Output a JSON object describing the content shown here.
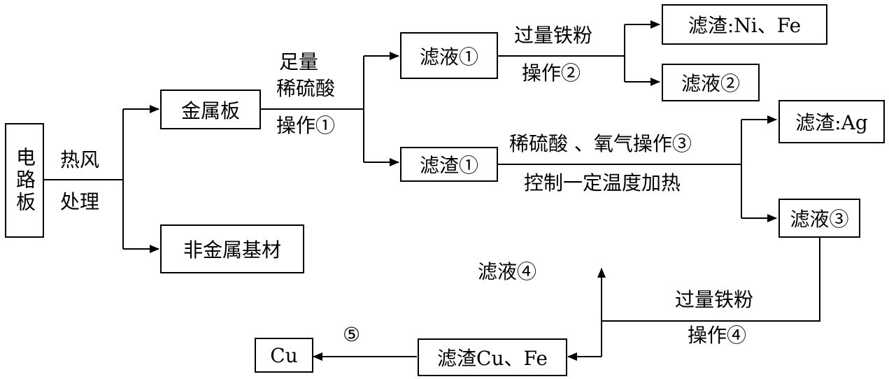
{
  "nodes": {
    "circuit_board": "电路板",
    "metal_plate": "金属板",
    "nonmetal_substrate": "非金属基材",
    "filtrate_1": "滤液①",
    "residue_1": "滤渣①",
    "residue_ni_fe": "滤渣:Ni、Fe",
    "filtrate_2": "滤液②",
    "residue_ag": "滤渣:Ag",
    "filtrate_3": "滤液③",
    "filtrate_4": "滤液④",
    "residue_cu_fe": "滤渣Cu、Fe",
    "cu": "Cu"
  },
  "edge_labels": {
    "hot_air_1": "热风",
    "hot_air_2": "处理",
    "acid_1": "足量",
    "acid_2": "稀硫酸",
    "op1": "操作①",
    "iron_powder_a": "过量铁粉",
    "op2": "操作②",
    "acid_oxygen_op3": "稀硫酸 、氧气操作③",
    "heat_control": "控制一定温度加热",
    "iron_powder_b": "过量铁粉",
    "op4": "操作④",
    "step5": "⑤"
  }
}
